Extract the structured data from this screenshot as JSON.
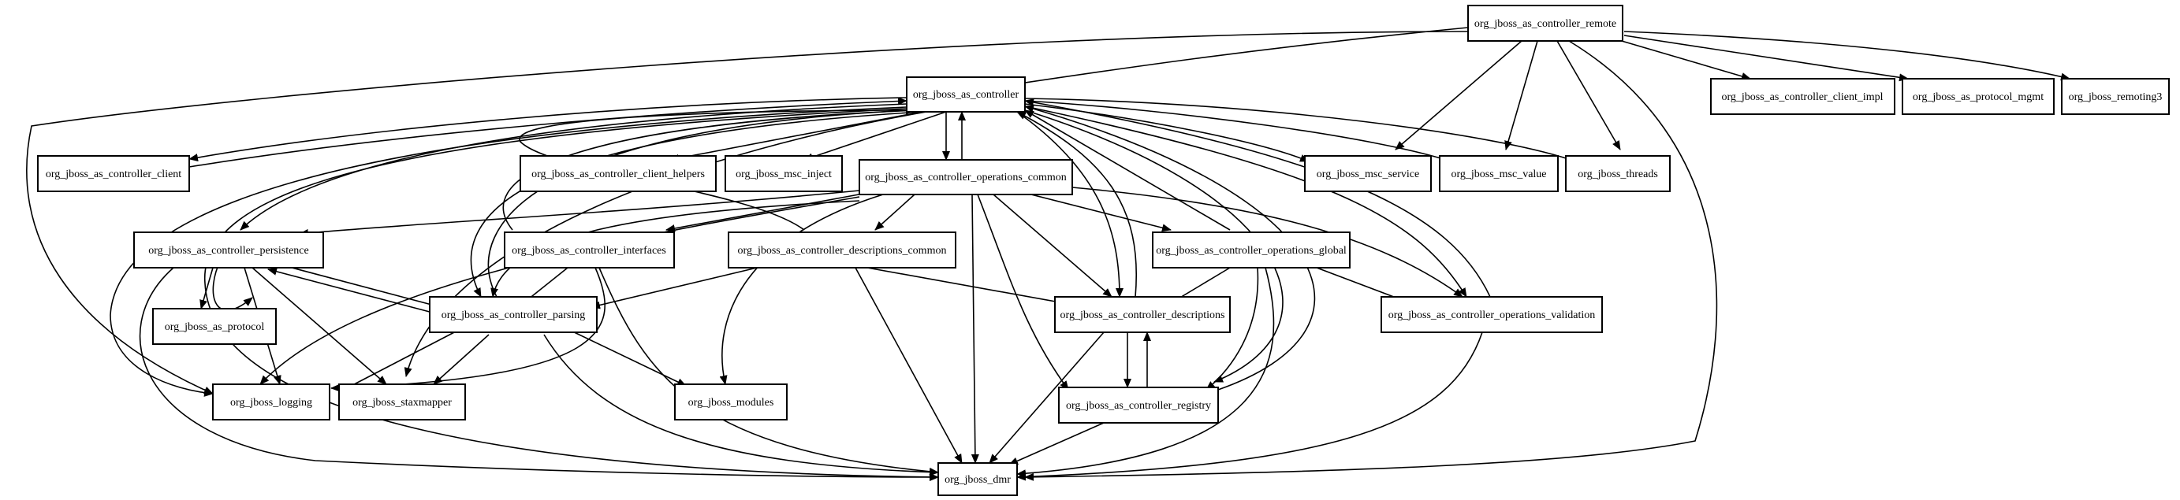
{
  "nodes": {
    "remote": "org_jboss_as_controller_remote",
    "controller": "org_jboss_as_controller",
    "client_impl": "org_jboss_as_controller_client_impl",
    "protocol_mgmt": "org_jboss_as_protocol_mgmt",
    "remoting3": "org_jboss_remoting3",
    "client": "org_jboss_as_controller_client",
    "client_helpers": "org_jboss_as_controller_client_helpers",
    "msc_inject": "org_jboss_msc_inject",
    "ops_common": "org_jboss_as_controller_operations_common",
    "msc_service": "org_jboss_msc_service",
    "msc_value": "org_jboss_msc_value",
    "threads": "org_jboss_threads",
    "persistence": "org_jboss_as_controller_persistence",
    "interfaces": "org_jboss_as_controller_interfaces",
    "desc_common": "org_jboss_as_controller_descriptions_common",
    "ops_global": "org_jboss_as_controller_operations_global",
    "as_protocol": "org_jboss_as_protocol",
    "parsing": "org_jboss_as_controller_parsing",
    "descriptions": "org_jboss_as_controller_descriptions",
    "ops_validation": "org_jboss_as_controller_operations_validation",
    "logging": "org_jboss_logging",
    "staxmapper": "org_jboss_staxmapper",
    "modules": "org_jboss_modules",
    "registry": "org_jboss_as_controller_registry",
    "dmr": "org_jboss_dmr"
  },
  "colors": {
    "stroke": "#000000",
    "fill": "#ffffff"
  }
}
